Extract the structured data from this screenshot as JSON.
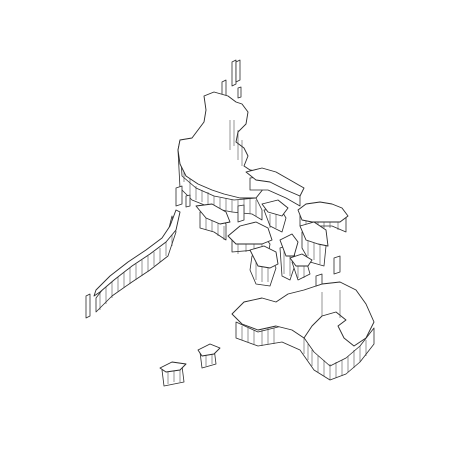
{
  "map": {
    "style": "3d-isometric-outline",
    "background_color": "#ffffff",
    "line_color": "#2a2a2a",
    "depicted_regions": [
      "luzon",
      "mindoro",
      "palawan",
      "panay",
      "negros",
      "cebu",
      "bohol",
      "leyte",
      "samar",
      "masbate",
      "mindanao",
      "batanes",
      "sulu-archipelago"
    ]
  }
}
